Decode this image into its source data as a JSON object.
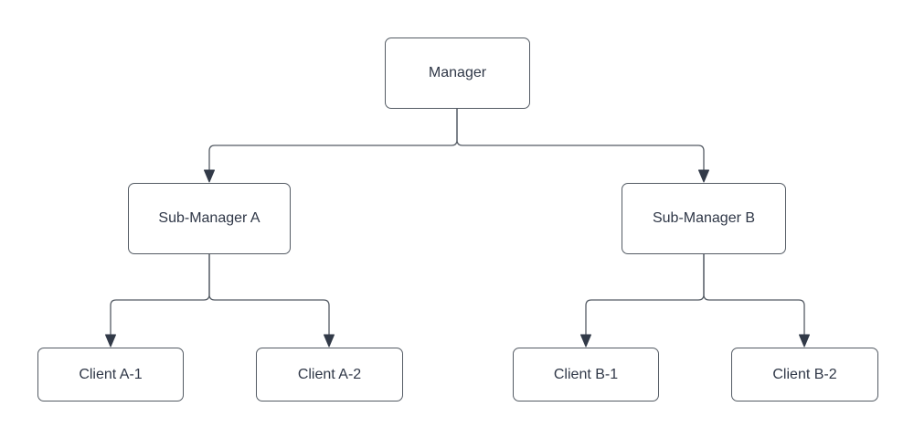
{
  "diagram": {
    "type": "org-chart-tree",
    "nodes": {
      "manager": {
        "label": "Manager"
      },
      "sub_manager_a": {
        "label": "Sub-Manager A"
      },
      "sub_manager_b": {
        "label": "Sub-Manager B"
      },
      "client_a1": {
        "label": "Client A-1"
      },
      "client_a2": {
        "label": "Client A-2"
      },
      "client_b1": {
        "label": "Client B-1"
      },
      "client_b2": {
        "label": "Client B-2"
      }
    },
    "edges": [
      {
        "from": "Manager",
        "to": "Sub-Manager A",
        "arrow": "target"
      },
      {
        "from": "Manager",
        "to": "Sub-Manager B",
        "arrow": "target"
      },
      {
        "from": "Sub-Manager A",
        "to": "Client A-1",
        "arrow": "target"
      },
      {
        "from": "Sub-Manager A",
        "to": "Client A-2",
        "arrow": "target"
      },
      {
        "from": "Sub-Manager B",
        "to": "Client B-1",
        "arrow": "target"
      },
      {
        "from": "Sub-Manager B",
        "to": "Client B-2",
        "arrow": "target"
      }
    ],
    "colors": {
      "background": "#ffffff",
      "node_fill": "#ffffff",
      "node_stroke": "#545b64",
      "edge_stroke": "#545b64",
      "arrowhead_fill": "#323a48",
      "text": "#2f3747"
    }
  }
}
